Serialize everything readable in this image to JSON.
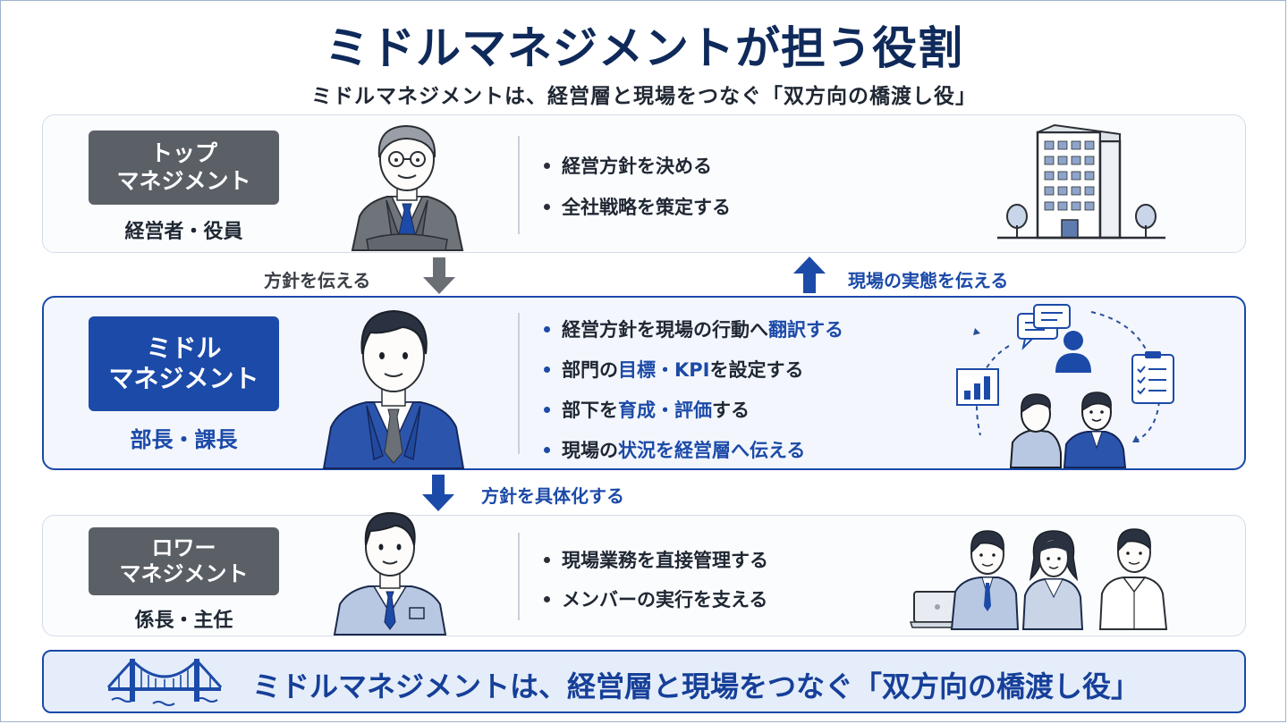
{
  "title": "ミドルマネジメントが担う役割",
  "subtitle": "ミドルマネジメントは、経営層と現場をつなぐ「双方向の橋渡し役」",
  "top": {
    "role_line1": "トップ",
    "role_line2": "マネジメント",
    "role_sub": "経営者・役員",
    "bullets": [
      "経営方針を決める",
      "全社戦略を策定する"
    ]
  },
  "flow_down_1": "方針を伝える",
  "flow_up": "現場の実態を伝える",
  "middle": {
    "role_line1": "ミドル",
    "role_line2": "マネジメント",
    "role_sub": "部長・課長",
    "bullets": [
      {
        "pre": "経営方針を現場の行動へ",
        "hl": "翻訳",
        "post": "する"
      },
      {
        "pre": "部門の",
        "hl": "目標・KPI",
        "post": "を設定する"
      },
      {
        "pre": "部下を",
        "hl": "育成・評価",
        "post": "する"
      },
      {
        "pre": "現場の",
        "hl": "状況を経営層へ伝える",
        "post": ""
      }
    ]
  },
  "flow_down_2": "方針を具体化する",
  "lower": {
    "role_line1": "ロワー",
    "role_line2": "マネジメント",
    "role_sub": "係長・主任",
    "bullets": [
      "現場業務を直接管理する",
      "メンバーの実行を支える"
    ]
  },
  "banner": "ミドルマネジメントは、経営層と現場をつなぐ「双方向の橋渡し役」",
  "colors": {
    "primary_blue": "#1c4aa8",
    "navy_title": "#0f2a5a",
    "role_gray": "#5b5f66",
    "panel_border": "#d5dce6",
    "banner_bg": "#e4edf9"
  }
}
